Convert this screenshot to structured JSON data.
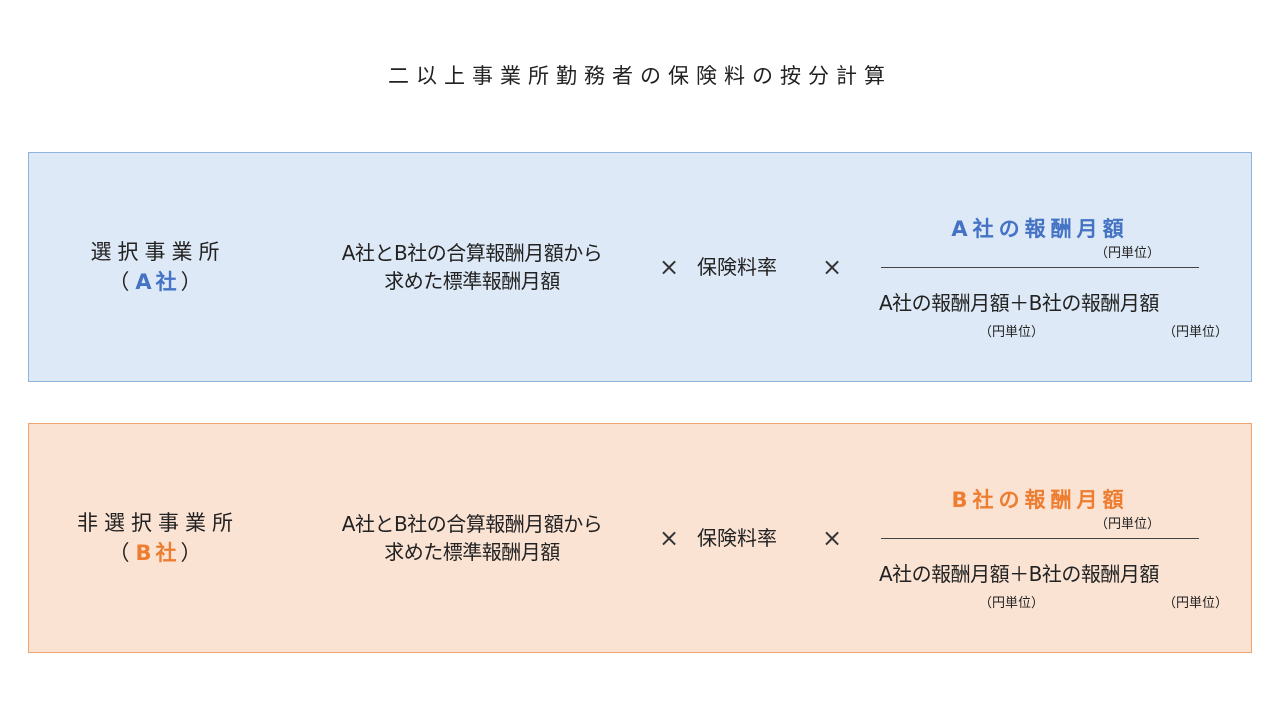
{
  "title": "二以上事業所勤務者の保険料の按分計算",
  "panels": [
    {
      "label_line1": "選択事業所",
      "paren_open": "（",
      "company": "A社",
      "paren_close": "）",
      "standard_line1": "A社とB社の合算報酬月額から",
      "standard_line2": "求めた標準報酬月額",
      "times": "×",
      "rate": "保険料率",
      "numerator": "A社の報酬月額",
      "numerator_unit": "（円単位）",
      "denominator": "A社の報酬月額＋B社の報酬月額",
      "denom_unit_1": "（円単位）",
      "denom_unit_2": "（円単位）",
      "accent_color": "#4472c4"
    },
    {
      "label_line1": "非選択事業所",
      "paren_open": "（",
      "company": "B社",
      "paren_close": "）",
      "standard_line1": "A社とB社の合算報酬月額から",
      "standard_line2": "求めた標準報酬月額",
      "times": "×",
      "rate": "保険料率",
      "numerator": "B社の報酬月額",
      "numerator_unit": "（円単位）",
      "denominator": "A社の報酬月額＋B社の報酬月額",
      "denom_unit_1": "（円単位）",
      "denom_unit_2": "（円単位）",
      "accent_color": "#ed7d31"
    }
  ]
}
